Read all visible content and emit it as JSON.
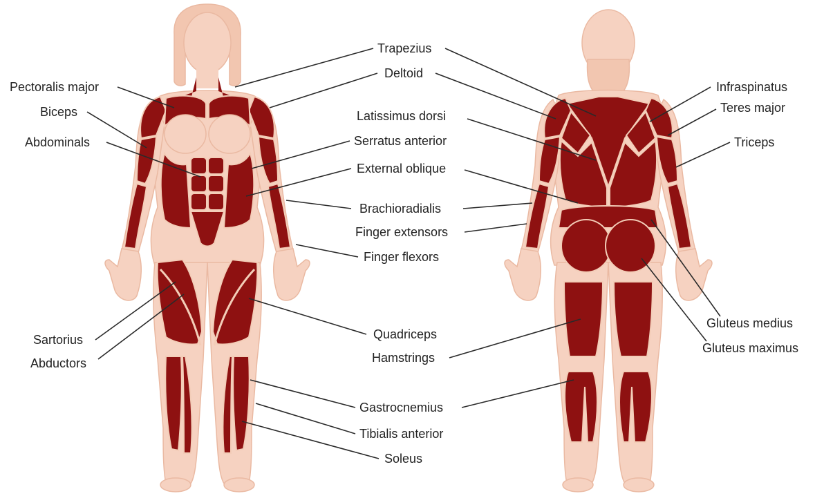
{
  "colors": {
    "skin": "#f6d2c1",
    "skin_outline": "#eab9a2",
    "muscle": "#8e1111",
    "muscle_dark": "#6d0b0b",
    "separator": "#f3cdb8",
    "leader": "#2a2a2a",
    "text": "#222222",
    "background": "#ffffff"
  },
  "labels": {
    "pectoralis_major": "Pectoralis major",
    "biceps": "Biceps",
    "abdominals": "Abdominals",
    "trapezius": "Trapezius",
    "deltoid": "Deltoid",
    "latissimus_dorsi": "Latissimus dorsi",
    "serratus_anterior": "Serratus anterior",
    "external_oblique": "External oblique",
    "brachioradialis": "Brachioradialis",
    "finger_extensors": "Finger extensors",
    "finger_flexors": "Finger flexors",
    "sartorius": "Sartorius",
    "abductors": "Abductors",
    "quadriceps": "Quadriceps",
    "hamstrings": "Hamstrings",
    "gastrocnemius": "Gastrocnemius",
    "tibialis_anterior": "Tibialis anterior",
    "soleus": "Soleus",
    "infraspinatus": "Infraspinatus",
    "teres_major": "Teres major",
    "triceps": "Triceps",
    "gluteus_medius": "Gluteus medius",
    "gluteus_maximus": "Gluteus maximus"
  }
}
